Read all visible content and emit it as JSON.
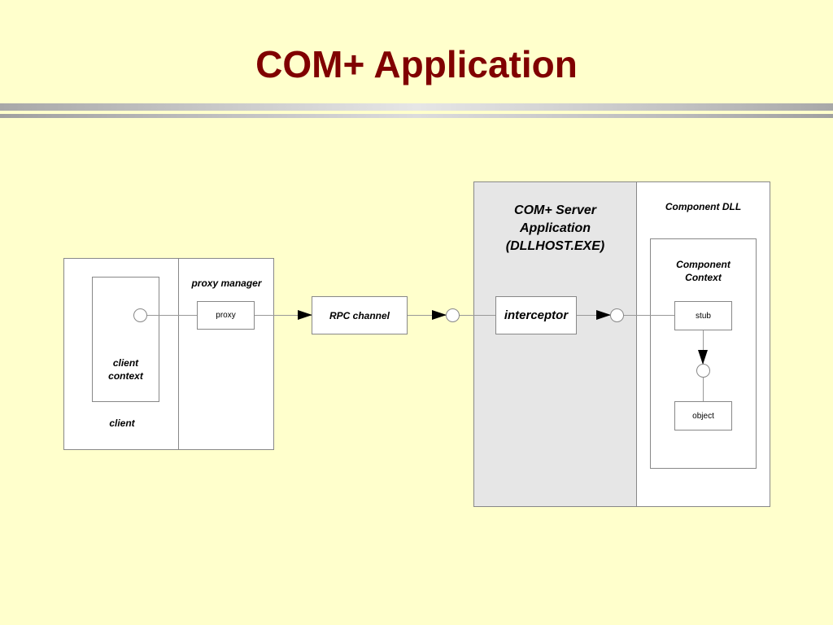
{
  "slide": {
    "title": "COM+ Application"
  },
  "diagram": {
    "client_label": "client",
    "client_context_label": "client\ncontext",
    "proxy_manager_label": "proxy manager",
    "proxy_label": "proxy",
    "rpc_channel_label": "RPC channel",
    "server_app_label": "COM+ Server\nApplication\n(DLLHOST.EXE)",
    "interceptor_label": "interceptor",
    "component_dll_label": "Component DLL",
    "component_context_label": "Component\nContext",
    "stub_label": "stub",
    "object_label": "object"
  },
  "colors": {
    "background": "#ffffcc",
    "title": "#800000",
    "server_panel": "#e6e6e6"
  }
}
